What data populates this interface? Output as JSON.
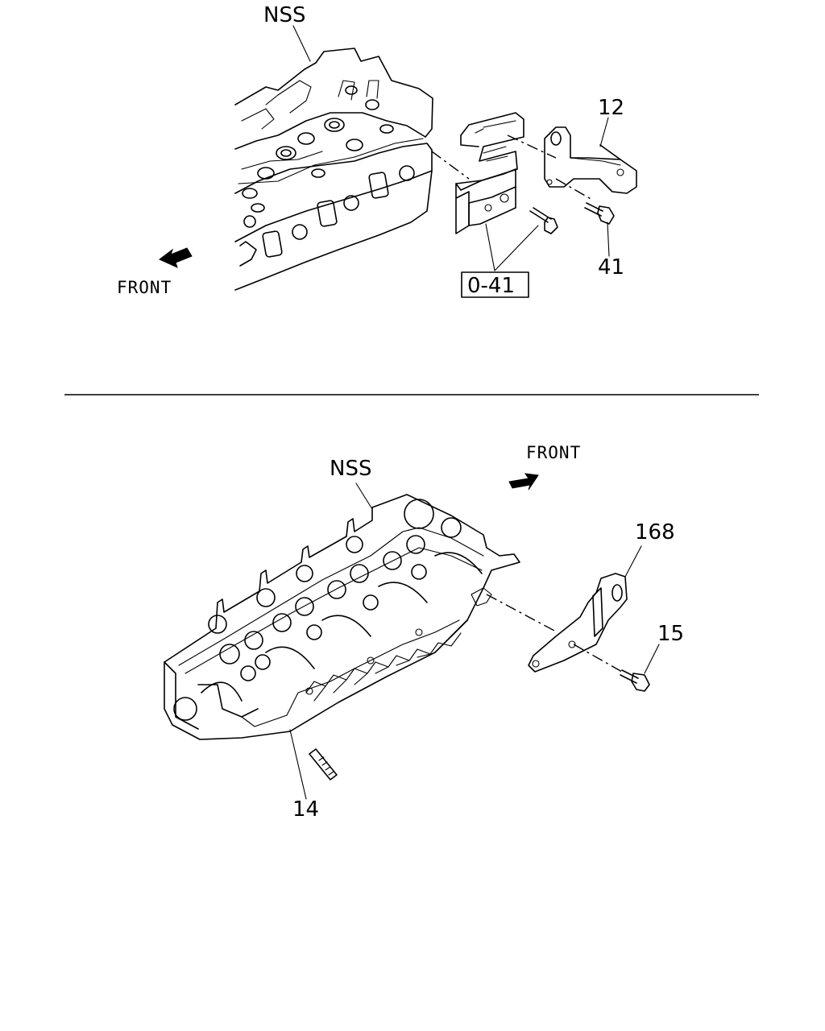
{
  "upper_diagram": {
    "labels": {
      "nss": "NSS",
      "part_12": "12",
      "part_41": "41",
      "ref_box": "0-41",
      "front": "FRONT"
    }
  },
  "lower_diagram": {
    "labels": {
      "nss": "NSS",
      "part_168": "168",
      "part_15": "15",
      "part_14": "14",
      "front": "FRONT"
    }
  }
}
